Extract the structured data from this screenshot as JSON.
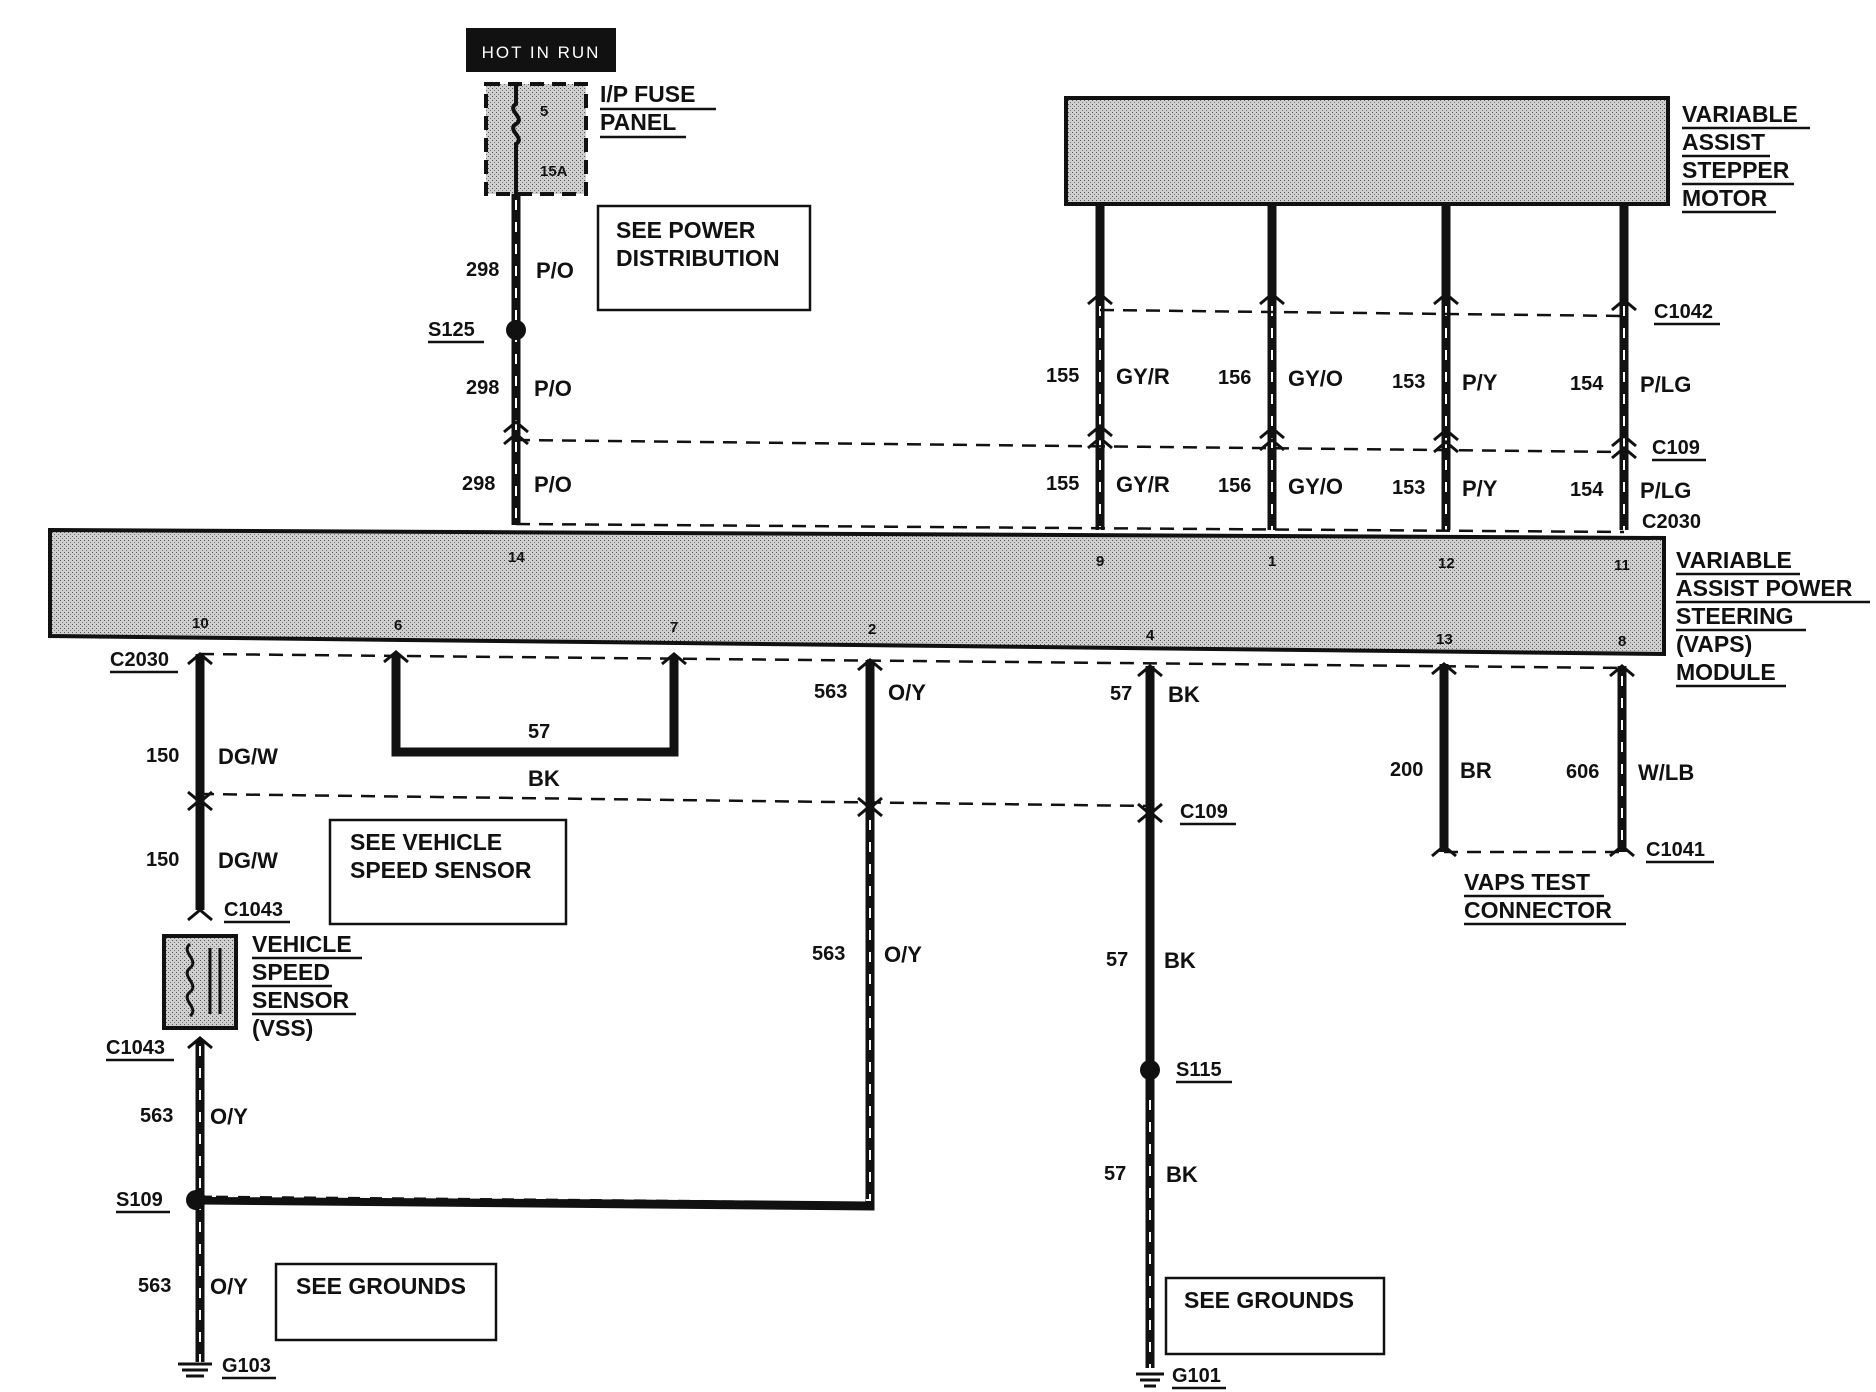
{
  "hot_in_run": "HOT IN RUN",
  "fuse_panel": {
    "line1": "I/P FUSE",
    "line2": "PANEL",
    "fuse_number": "5",
    "fuse_rating": "15A"
  },
  "see_power_distribution": {
    "line1": "SEE POWER",
    "line2": "DISTRIBUTION"
  },
  "stepper_motor": {
    "line1": "VARIABLE",
    "line2": "ASSIST",
    "line3": "STEPPER",
    "line4": "MOTOR"
  },
  "vaps_module": {
    "line1": "VARIABLE",
    "line2": "ASSIST POWER",
    "line3": "STEERING",
    "line4": "(VAPS)",
    "line5": "MODULE"
  },
  "vss": {
    "line1": "VEHICLE",
    "line2": "SPEED",
    "line3": "SENSOR",
    "line4": "(VSS)"
  },
  "see_vehicle_speed_sensor": {
    "line1": "SEE VEHICLE",
    "line2": "SPEED SENSOR"
  },
  "see_grounds_left": "SEE GROUNDS",
  "see_grounds_right": "SEE GROUNDS",
  "vaps_test_connector": {
    "line1": "VAPS TEST",
    "line2": "CONNECTOR"
  },
  "connectors": {
    "c1042": "C1042",
    "c109_top": "C109",
    "c2030_top": "C2030",
    "c2030_bottom": "C2030",
    "c109_bottom": "C109",
    "c1041": "C1041",
    "c1043_top": "C1043",
    "c1043_bottom": "C1043"
  },
  "splices": {
    "s125": "S125",
    "s109": "S109",
    "s115": "S115"
  },
  "grounds": {
    "g103": "G103",
    "g101": "G101"
  },
  "module_pins": {
    "p14": "14",
    "p9": "9",
    "p1": "1",
    "p12": "12",
    "p11": "11",
    "p10": "10",
    "p6": "6",
    "p7": "7",
    "p2": "2",
    "p4": "4",
    "p13": "13",
    "p8": "8"
  },
  "circuits": {
    "c298_1": "298",
    "po_1": "P/O",
    "c298_2": "298",
    "po_2": "P/O",
    "c298_3": "298",
    "po_3": "P/O",
    "c155_1": "155",
    "gyr_1": "GY/R",
    "c156_1": "156",
    "gyo_1": "GY/O",
    "c153_1": "153",
    "py_1": "P/Y",
    "c154_1": "154",
    "plg_1": "P/LG",
    "c155_2": "155",
    "gyr_2": "GY/R",
    "c156_2": "156",
    "gyo_2": "GY/O",
    "c153_2": "153",
    "py_2": "P/Y",
    "c154_2": "154",
    "plg_2": "P/LG",
    "c150_1": "150",
    "dgw_1": "DG/W",
    "c150_2": "150",
    "dgw_2": "DG/W",
    "c57_loop": "57",
    "bk_loop": "BK",
    "c563_1": "563",
    "oy_1": "O/Y",
    "c563_2": "563",
    "oy_2": "O/Y",
    "c57_1": "57",
    "bk_1": "BK",
    "c57_2": "57",
    "bk_2": "BK",
    "c57_3": "57",
    "bk_3": "BK",
    "c200": "200",
    "br": "BR",
    "c606": "606",
    "wlb": "W/LB",
    "c563_3": "563",
    "oy_3": "O/Y",
    "c563_4": "563",
    "oy_4": "O/Y"
  }
}
